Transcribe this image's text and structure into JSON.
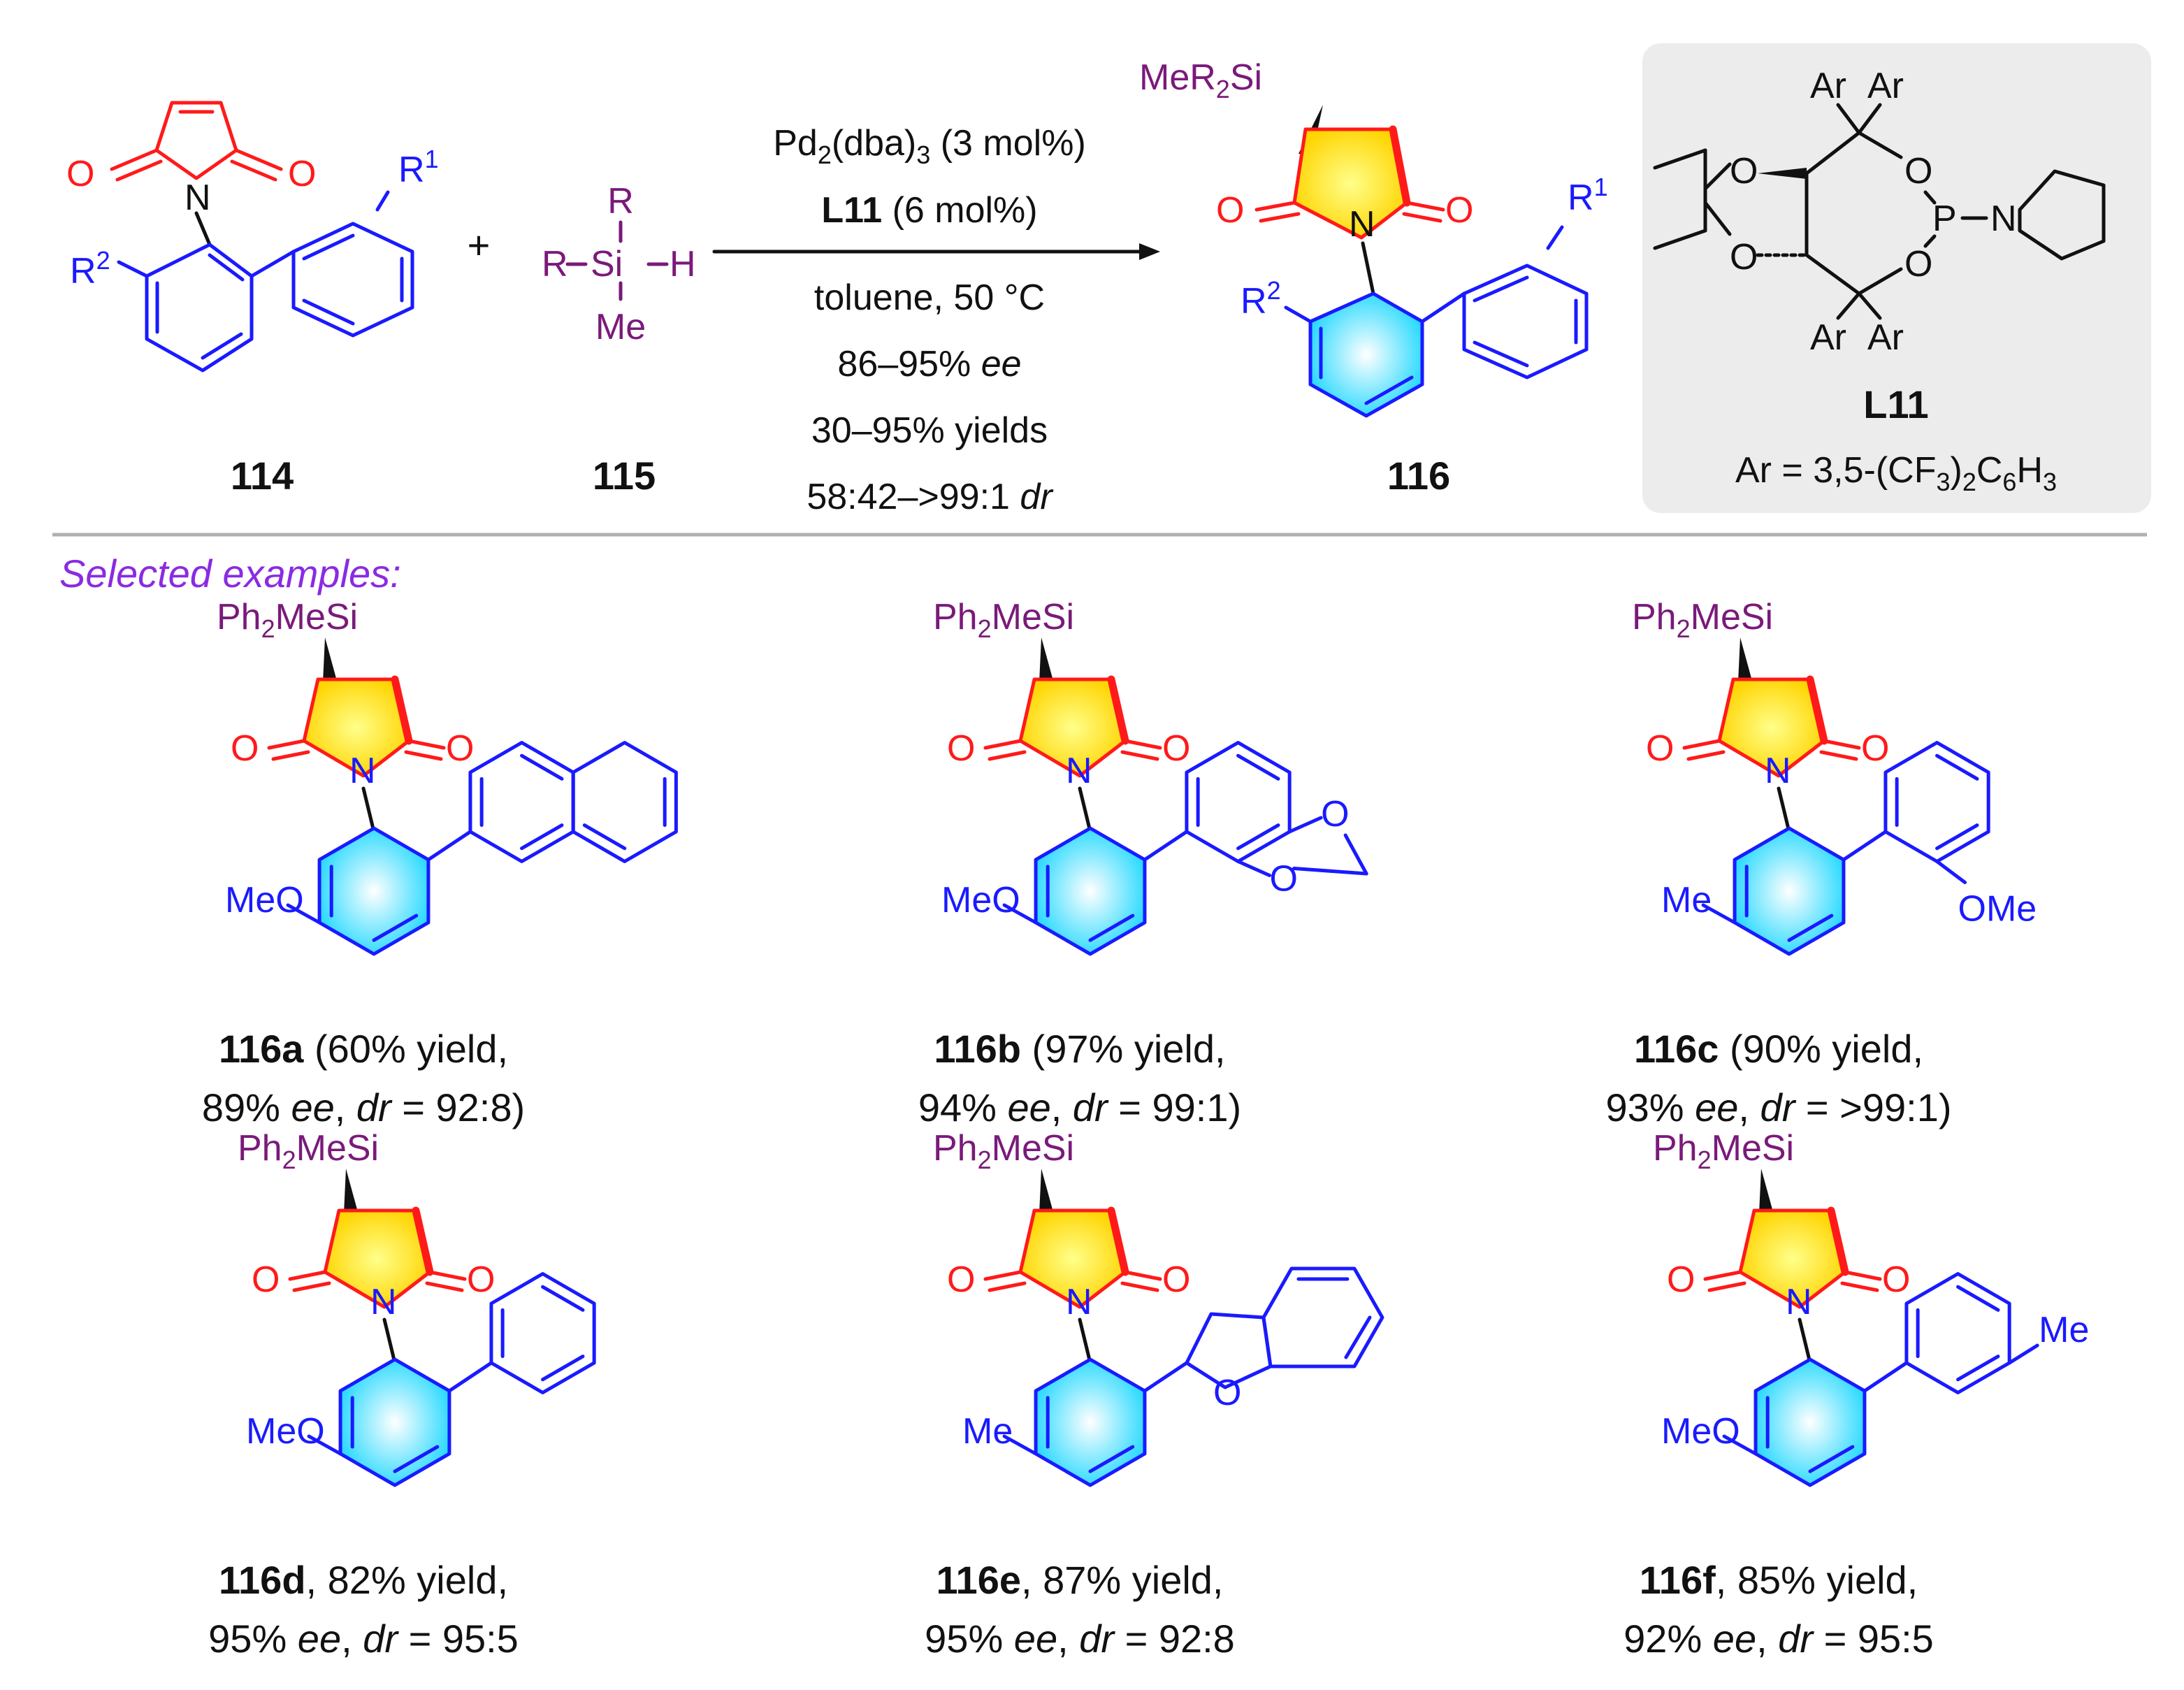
{
  "colors": {
    "ring_red": "#ff1a1a",
    "substituent_blue": "#1a1aff",
    "silicon_purple": "#7a1a7a",
    "header_violet": "#8a2be2",
    "ligand_panel_gray": "#ececec",
    "divider_gray": "#b0b0b0"
  },
  "reaction": {
    "atom_O": "O",
    "atom_N": "N",
    "atom_P": "P",
    "r1": "R",
    "r1_sup": "1",
    "r2": "R",
    "r2_sup": "2",
    "plus": "+",
    "silane_R_top": "R",
    "silane_R_left": "R",
    "silane_Si": "Si",
    "silane_H": "H",
    "silane_Me": "Me",
    "label_114": "114",
    "label_115": "115",
    "label_116": "116",
    "product_si_group": "MeR",
    "product_si_sub": "2",
    "product_si_tail": "Si",
    "conditions": {
      "cat_pd": "Pd",
      "cat_sub1": "2",
      "cat_mid": "(dba)",
      "cat_sub2": "3",
      "cat_load": " (3 mol%)",
      "ligand_bold": "L11",
      "ligand_load": " (6 mol%)",
      "solvent": "toluene, 50 °C",
      "ee_num": "86–95% ",
      "ee_unit": "ee",
      "yields": "30–95% yields",
      "dr_num": "58:42–>99:1 ",
      "dr_unit": "dr"
    },
    "ligand": {
      "ar": "Ar",
      "name": "L11",
      "formula_a": "Ar = 3,5-(CF",
      "formula_sub1": "3",
      "formula_b": ")",
      "formula_sub2": "2",
      "formula_c": "C",
      "formula_sub3": "6",
      "formula_d": "H",
      "formula_sub4": "3"
    }
  },
  "examples_header": "Selected examples:",
  "common": {
    "si_a": "Ph",
    "si_sub": "2",
    "si_b": "MeSi",
    "ee": "ee",
    "dr": "dr",
    "MeO": "MeO",
    "Me": "Me",
    "OMe": "OMe",
    "O": "O"
  },
  "examples": [
    {
      "id": "116a",
      "line1": " (60% yield,",
      "line2_pre": "89% ",
      "line2_mid": ", ",
      "line2_post": " = 92:8)"
    },
    {
      "id": "116b",
      "line1": " (97% yield,",
      "line2_pre": "94% ",
      "line2_mid": ", ",
      "line2_post": " = 99:1)"
    },
    {
      "id": "116c",
      "line1": " (90% yield,",
      "line2_pre": "93% ",
      "line2_mid": ", ",
      "line2_post": " = >99:1)"
    },
    {
      "id": "116d",
      "line1": ", 82% yield,",
      "line2_pre": "95% ",
      "line2_mid": ", ",
      "line2_post": " = 95:5"
    },
    {
      "id": "116e",
      "line1": ", 87% yield,",
      "line2_pre": "95% ",
      "line2_mid": ", ",
      "line2_post": " = 92:8"
    },
    {
      "id": "116f",
      "line1": ", 85% yield,",
      "line2_pre": "92% ",
      "line2_mid": ", ",
      "line2_post": " = 95:5"
    }
  ]
}
